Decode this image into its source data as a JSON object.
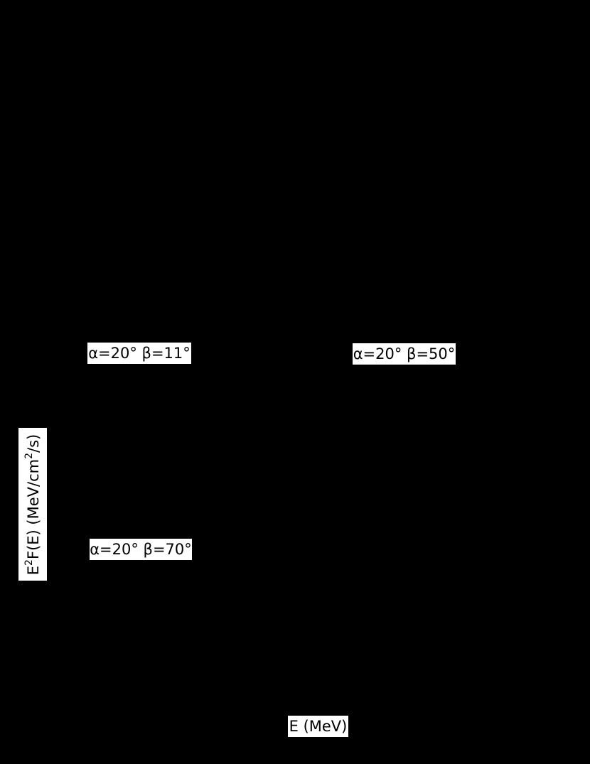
{
  "figure": {
    "background": "#000000",
    "label_background": "#ffffff"
  },
  "chart_data": {
    "type": "line",
    "title": "",
    "xlabel": "E (MeV)",
    "ylabel": "E^2 F(E) (MeV/cm^2/s)",
    "ylabel_parts": {
      "pre": "E",
      "sup1": "2",
      "mid": "F(E) (MeV/cm",
      "sup2": "2",
      "post": "/s)"
    },
    "annotations": [
      "α=20°  β=11°",
      "α=20°  β=50°",
      "α=20°  β=70°"
    ],
    "panels": [
      {
        "label": "α=20°  β=11°",
        "alpha_deg": 20,
        "beta_deg": 11
      },
      {
        "label": "α=20°  β=50°",
        "alpha_deg": 20,
        "beta_deg": 50
      },
      {
        "label": "α=20°  β=70°",
        "alpha_deg": 20,
        "beta_deg": 70
      }
    ],
    "series": [],
    "grid": false,
    "note": "Plot area renders fully black; only labels visible"
  }
}
